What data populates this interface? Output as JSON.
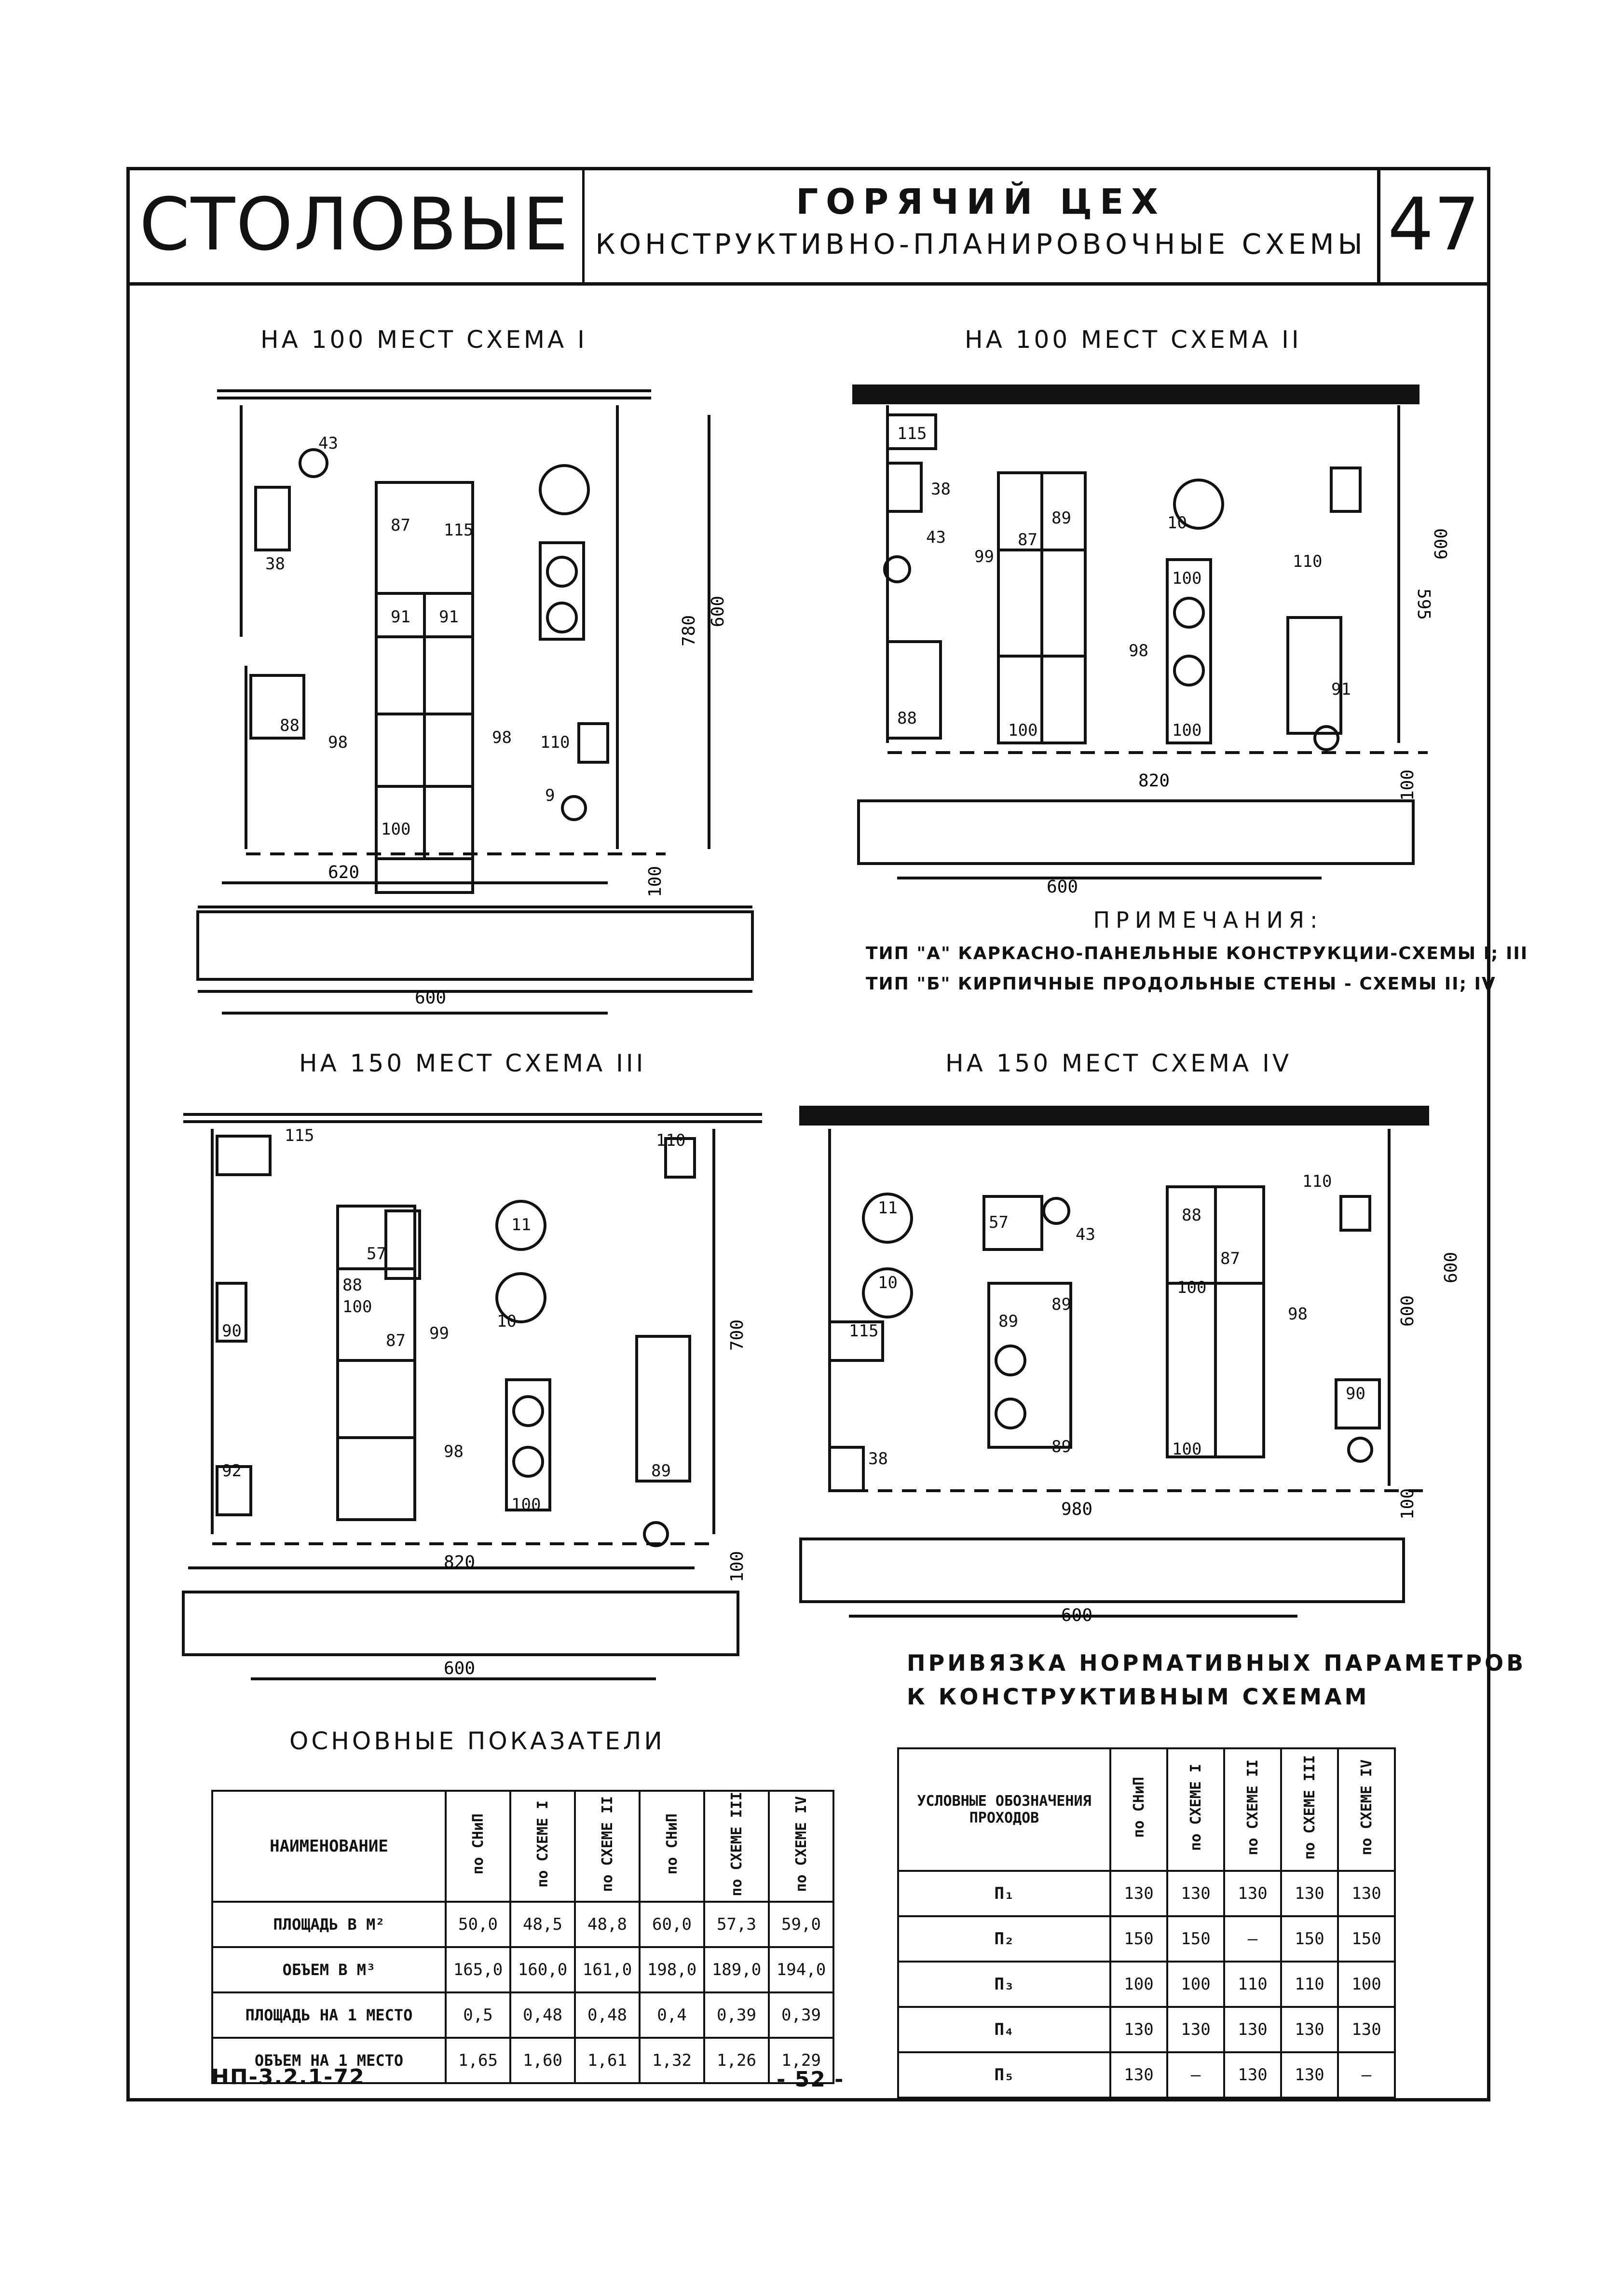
{
  "header": {
    "series_title": "СТОЛОВЫЕ",
    "section_title": "ГОРЯЧИЙ ЦЕХ",
    "section_subtitle": "КОНСТРУКТИВНО-ПЛАНИРОВОЧНЫЕ СХЕМЫ",
    "sheet_number": "47"
  },
  "schemes": {
    "s1": {
      "title": "НА  100 МЕСТ  СХЕМА I",
      "dim_width": "620",
      "dim_module": "600",
      "dim_depth": "780",
      "dim_depth2": "600",
      "dim_passage": "100"
    },
    "s2": {
      "title": "НА  100 МЕСТ  СХЕМА II",
      "dim_width": "820",
      "dim_module": "600",
      "dim_depth": "595",
      "dim_depth2": "600",
      "dim_passage": "100"
    },
    "s3": {
      "title": "НА  150 МЕСТ  СХЕМА III",
      "dim_width": "820",
      "dim_module": "600",
      "dim_depth": "700",
      "dim_passage": "100"
    },
    "s4": {
      "title": "НА  150 МЕСТ  СХЕМА IV",
      "dim_width": "980",
      "dim_module": "600",
      "dim_depth": "600",
      "dim_depth2": "600",
      "dim_passage": "100"
    }
  },
  "notes": {
    "title": "ПРИМЕЧАНИЯ:",
    "line1": "ТИП \"А\"  КАРКАСНО-ПАНЕЛЬНЫЕ КОНСТРУКЦИИ-СХЕМЫ I; III",
    "line2": "ТИП \"Б\"  КИРПИЧНЫЕ  ПРОДОЛЬНЫЕ СТЕНЫ - СХЕМЫ II; IV"
  },
  "params_title": {
    "line1": "ПРИВЯЗКА  НОРМАТИВНЫХ  ПАРАМЕТРОВ",
    "line2": "К КОНСТРУКТИВНЫМ  СХЕМАМ"
  },
  "indicators": {
    "title": "ОСНОВНЫЕ  ПОКАЗАТЕЛИ",
    "header_name": "НАИМЕНОВАНИЕ",
    "columns": [
      "по СНиП",
      "по СХЕМЕ I",
      "по СХЕМЕ II",
      "по СНиП",
      "по СХЕМЕ III",
      "по СХЕМЕ IV"
    ],
    "rows": [
      {
        "name": "ПЛОЩАДЬ  В  М²",
        "values": [
          "50,0",
          "48,5",
          "48,8",
          "60,0",
          "57,3",
          "59,0"
        ]
      },
      {
        "name": "ОБЪЕМ   В  М³",
        "values": [
          "165,0",
          "160,0",
          "161,0",
          "198,0",
          "189,0",
          "194,0"
        ]
      },
      {
        "name": "ПЛОЩАДЬ НА 1 МЕСТО",
        "values": [
          "0,5",
          "0,48",
          "0,48",
          "0,4",
          "0,39",
          "0,39"
        ]
      },
      {
        "name": "ОБЪЕМ  НА 1 МЕСТО",
        "values": [
          "1,65",
          "1,60",
          "1,61",
          "1,32",
          "1,26",
          "1,29"
        ]
      }
    ]
  },
  "passages": {
    "header_name": "УСЛОВНЫЕ ОБОЗНАЧЕНИЯ ПРОХОДОВ",
    "columns": [
      "по СНиП",
      "по СХЕМЕ I",
      "по СХЕМЕ II",
      "по СХЕМЕ III",
      "по СХЕМЕ IV"
    ],
    "rows": [
      {
        "name": "П₁",
        "values": [
          "130",
          "130",
          "130",
          "130",
          "130"
        ]
      },
      {
        "name": "П₂",
        "values": [
          "150",
          "150",
          "—",
          "150",
          "150"
        ]
      },
      {
        "name": "П₃",
        "values": [
          "100",
          "100",
          "110",
          "110",
          "100"
        ]
      },
      {
        "name": "П₄",
        "values": [
          "130",
          "130",
          "130",
          "130",
          "130"
        ]
      },
      {
        "name": "П₅",
        "values": [
          "130",
          "—",
          "130",
          "130",
          "—"
        ]
      }
    ]
  },
  "footer": {
    "code": "НП-3.2.1-72",
    "page": "- 52 -"
  }
}
